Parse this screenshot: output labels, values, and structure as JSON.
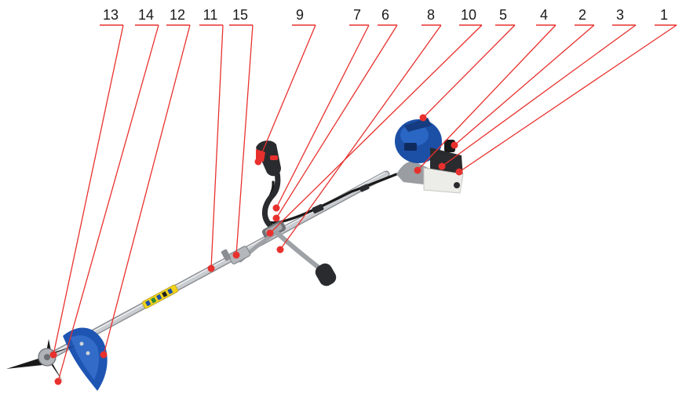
{
  "colors": {
    "leader_line": "#e8312e",
    "marker": "#e8312e",
    "label_text": "#1a1a1a",
    "shaft": "#b9bcc0",
    "engine_blue": "#1c4fa6",
    "guard_blue": "#1e55b3",
    "grip_dark": "#2a2b2e",
    "fuel_tank": "#e9e9e6"
  },
  "callouts": [
    {
      "id": "13",
      "label": "13"
    },
    {
      "id": "14",
      "label": "14"
    },
    {
      "id": "12",
      "label": "12"
    },
    {
      "id": "11",
      "label": "11"
    },
    {
      "id": "15",
      "label": "15"
    },
    {
      "id": "9",
      "label": "9"
    },
    {
      "id": "7",
      "label": "7"
    },
    {
      "id": "6",
      "label": "6"
    },
    {
      "id": "8",
      "label": "8"
    },
    {
      "id": "10",
      "label": "10"
    },
    {
      "id": "5",
      "label": "5"
    },
    {
      "id": "4",
      "label": "4"
    },
    {
      "id": "2",
      "label": "2"
    },
    {
      "id": "3",
      "label": "3"
    },
    {
      "id": "1",
      "label": "1"
    }
  ]
}
